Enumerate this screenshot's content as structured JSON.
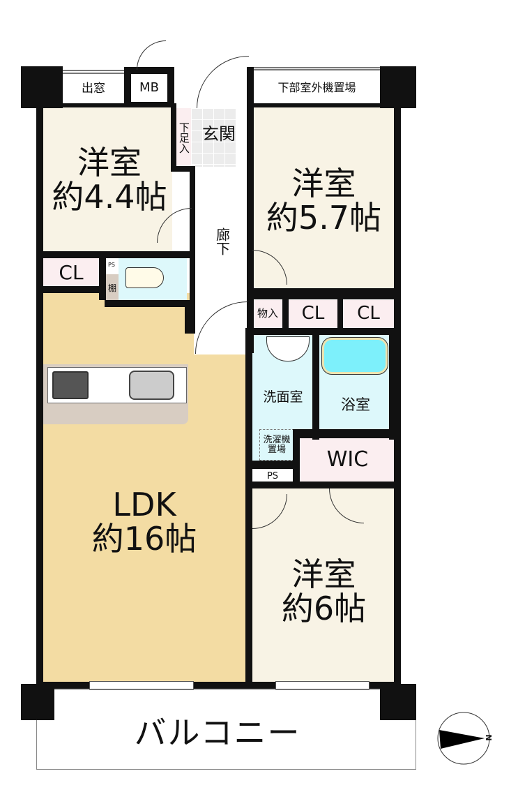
{
  "rooms": {
    "bedroom1": {
      "name": "洋室",
      "size": "約4.4帖"
    },
    "bedroom2": {
      "name": "洋室",
      "size": "約5.7帖"
    },
    "bedroom3": {
      "name": "洋室",
      "size": "約6帖"
    },
    "ldk": {
      "name": "LDK",
      "size": "約16帖"
    }
  },
  "labels": {
    "bay_window": "出窓",
    "mb": "MB",
    "outdoor_unit": "下部室外機置場",
    "shoe_closet": "下足入",
    "entrance": "玄関",
    "hallway": "廊下",
    "cl": "CL",
    "ps": "PS",
    "shelf": "棚",
    "storage": "物入",
    "washroom": "洗面室",
    "bathroom": "浴室",
    "laundry": "洗濯機置場",
    "wic": "WIC",
    "balcony": "バルコニー"
  },
  "compass": {
    "north": "N"
  },
  "colors": {
    "wall": "#111111",
    "room": "#f8f3e5",
    "ldk": "#f3dca3",
    "closet": "#fbeef0",
    "wet": "#ddf8fb"
  }
}
